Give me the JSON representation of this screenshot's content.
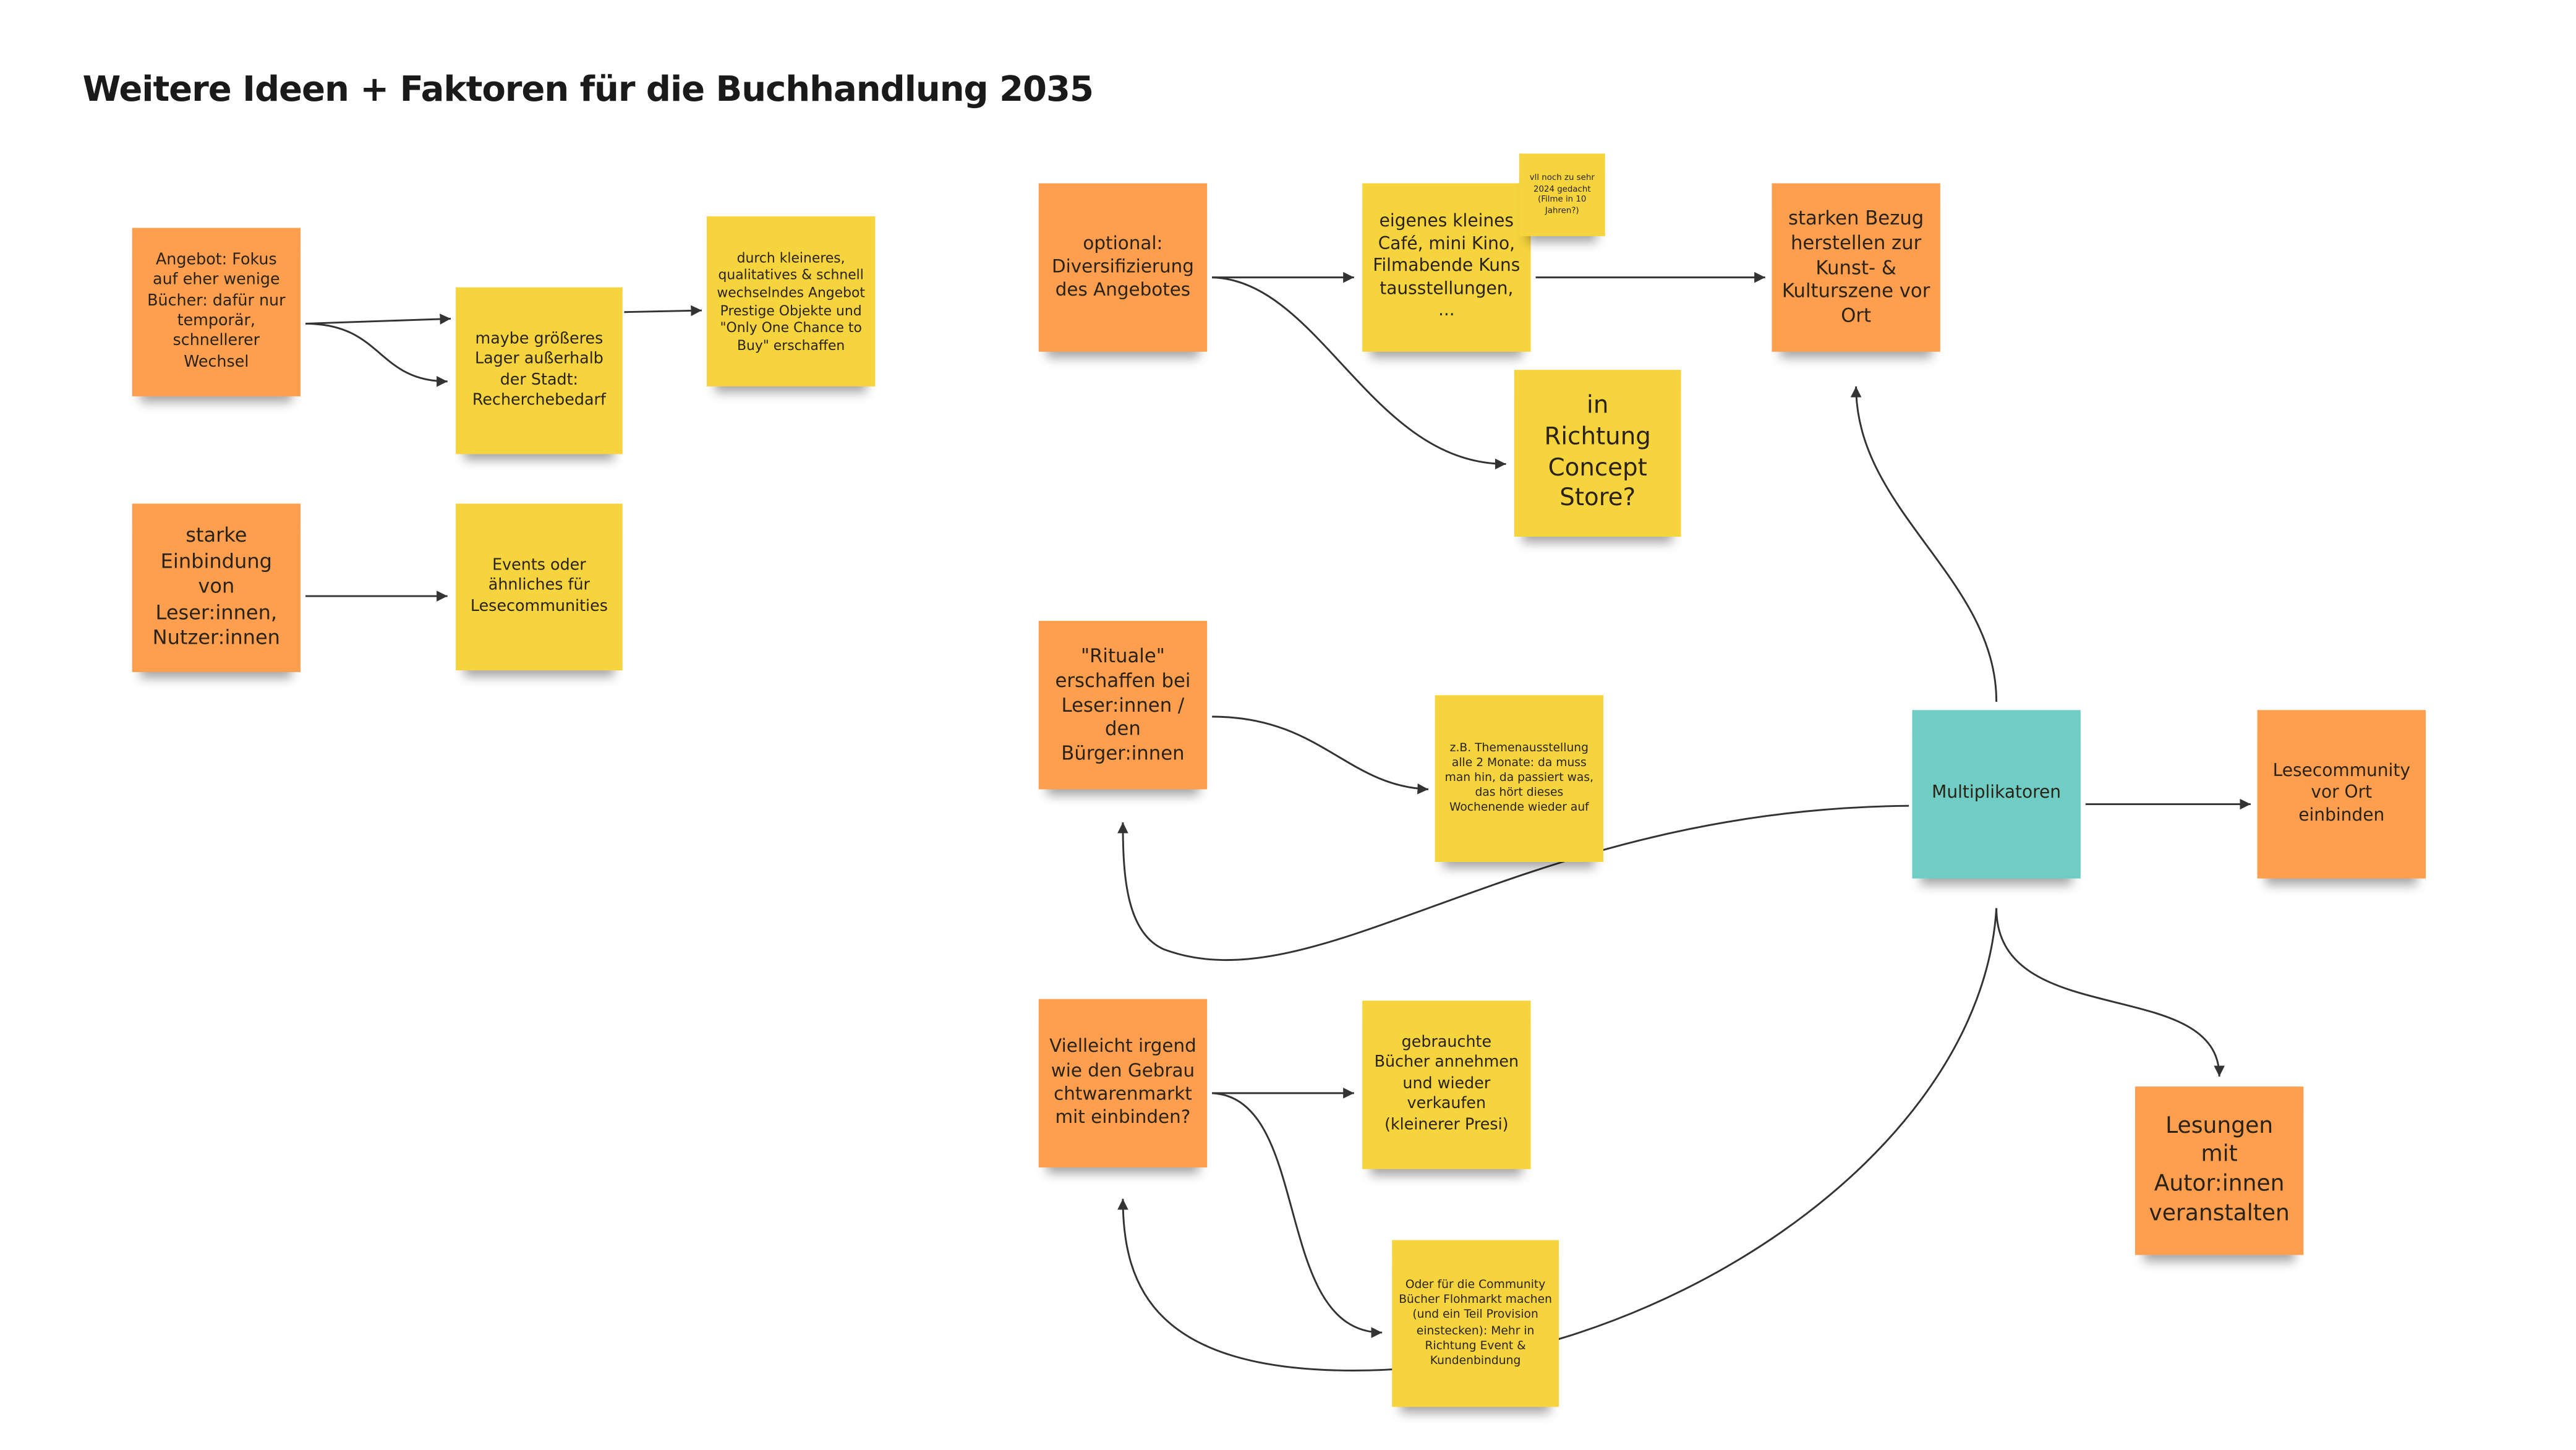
{
  "title": "Weitere Ideen + Faktoren für die Buchhandlung 2035",
  "notes": {
    "angebot": "Angebot: Fokus auf eher wenige Bücher: dafür nur temporär, schnellerer Wechsel",
    "lager": "maybe größeres Lager außerhalb der Stadt: Recherchebedarf",
    "kleineres": "durch kleineres, qualitatives & schnell wechselndes Angebot Prestige Objekte und \"Only One Chance to Buy\" erschaffen",
    "einbindung": "starke Einbindung von Leser:innen, Nutzer:innen",
    "events": "Events oder ähnliches für Lesecommunities",
    "optional": "optional: Diversifizierung des Angebotes",
    "cafe": "eigenes kleines Café, mini Kino, Filmabende Kunstausstellungen, ...",
    "vll": "vll noch zu sehr 2024 gedacht (Filme in 10 Jahren?)",
    "bezug": "starken Bezug herstellen zur Kunst- & Kulturszene vor Ort",
    "concept": "in Richtung Concept Store?",
    "rituale": "\"Rituale\" erschaffen bei Leser:innen / den Bürger:innen",
    "themen": "z.B. Themenausstellung alle 2 Monate: da muss man hin, da passiert was, das hört dieses Wochenende wieder auf",
    "multi": "Multiplikatoren",
    "lesecommunity": "Lesecommunity vor Ort einbinden",
    "gebrauchtwaren": "Vielleicht irgendwie den Gebrauchtwarenmarkt mit einbinden?",
    "gebraucht": "gebrauchte Bücher annehmen und wieder verkaufen (kleinerer Presi)",
    "flohmarkt": "Oder für die Community Bücher Flohmarkt machen (und ein Teil Provision einstecken): Mehr in Richtung Event & Kundenbindung",
    "lesungen": "Lesungen mit Autor:innen veranstalten"
  },
  "colors": {
    "orange": "#fd9f4f",
    "yellow": "#f5d43d",
    "teal": "#6fcdc5"
  }
}
